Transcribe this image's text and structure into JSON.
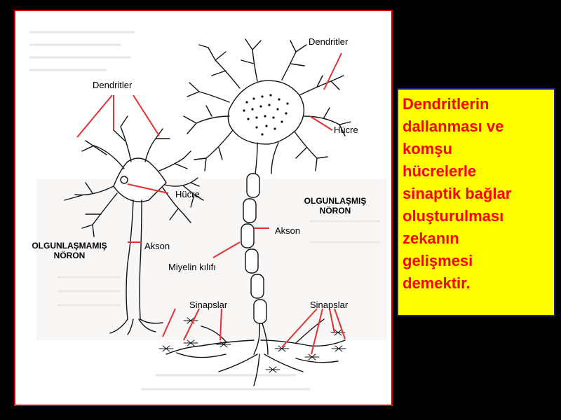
{
  "diagram": {
    "labels": {
      "dendrites_left": "Dendritler",
      "dendrites_right": "Dendritler",
      "cell_left": "Hücre",
      "cell_right": "Hücre",
      "axon_left": "Akson",
      "axon_right": "Akson",
      "myelin": "Miyelin kılıfı",
      "synapses_left": "Sinapslar",
      "synapses_right": "Sinapslar",
      "immature_neuron_line1": "OLGUNLAŞMAMIŞ",
      "immature_neuron_line2": "NÖRON",
      "mature_neuron_line1": "OLGUNLAŞMIŞ",
      "mature_neuron_line2": "NÖRON"
    }
  },
  "callout": {
    "lines": [
      "Dendritlerin",
      "dallanması ve",
      "komşu",
      "hücrelerle",
      "sinaptik bağlar",
      "oluşturulması",
      "zekanın",
      "gelişmesi",
      "demektir."
    ]
  },
  "colors": {
    "background": "#000000",
    "panel_border": "#cc0000",
    "pointer_lines": "#e53030",
    "callout_bg": "#ffff00",
    "callout_text": "#ff0000",
    "callout_border": "#1a1aa0"
  }
}
